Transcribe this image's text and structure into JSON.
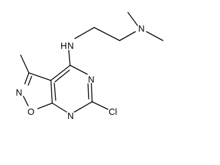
{
  "molecule": {
    "atoms": {
      "n_dimethyl": "N",
      "n_amine": "N",
      "h_amine": "H",
      "n_pyrimidine_top": "N",
      "n_pyrimidine_bottom": "N",
      "n_isoxazole": "N",
      "o_isoxazole": "O",
      "chlorine": "Cl"
    }
  }
}
